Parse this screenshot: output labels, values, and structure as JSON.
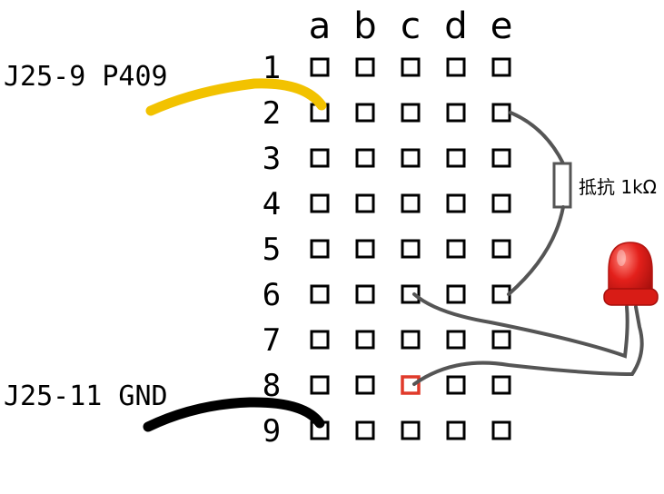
{
  "columns": [
    "a",
    "b",
    "c",
    "d",
    "e"
  ],
  "rows": [
    "1",
    "2",
    "3",
    "4",
    "5",
    "6",
    "7",
    "8",
    "9"
  ],
  "highlighted_hole": {
    "row": "8",
    "column": "c",
    "color": "#e03a2a"
  },
  "wires": {
    "signal": {
      "label": "J25-9 P409",
      "color": "#f2c200",
      "hole": {
        "row": "2",
        "column": "a"
      }
    },
    "ground": {
      "label": "J25-11 GND",
      "color": "#000000",
      "hole": {
        "row": "9",
        "column": "a"
      }
    }
  },
  "resistor": {
    "label": "抵抗 1kΩ",
    "from": {
      "row": "2",
      "column": "e"
    },
    "to": {
      "row": "6",
      "column": "e"
    }
  },
  "led": {
    "color": "#e3201b",
    "leg_a": {
      "row": "6",
      "column": "c"
    },
    "leg_b": {
      "row": "8",
      "column": "c"
    }
  },
  "colors": {
    "hole": "#000000",
    "lead": "#555555"
  }
}
